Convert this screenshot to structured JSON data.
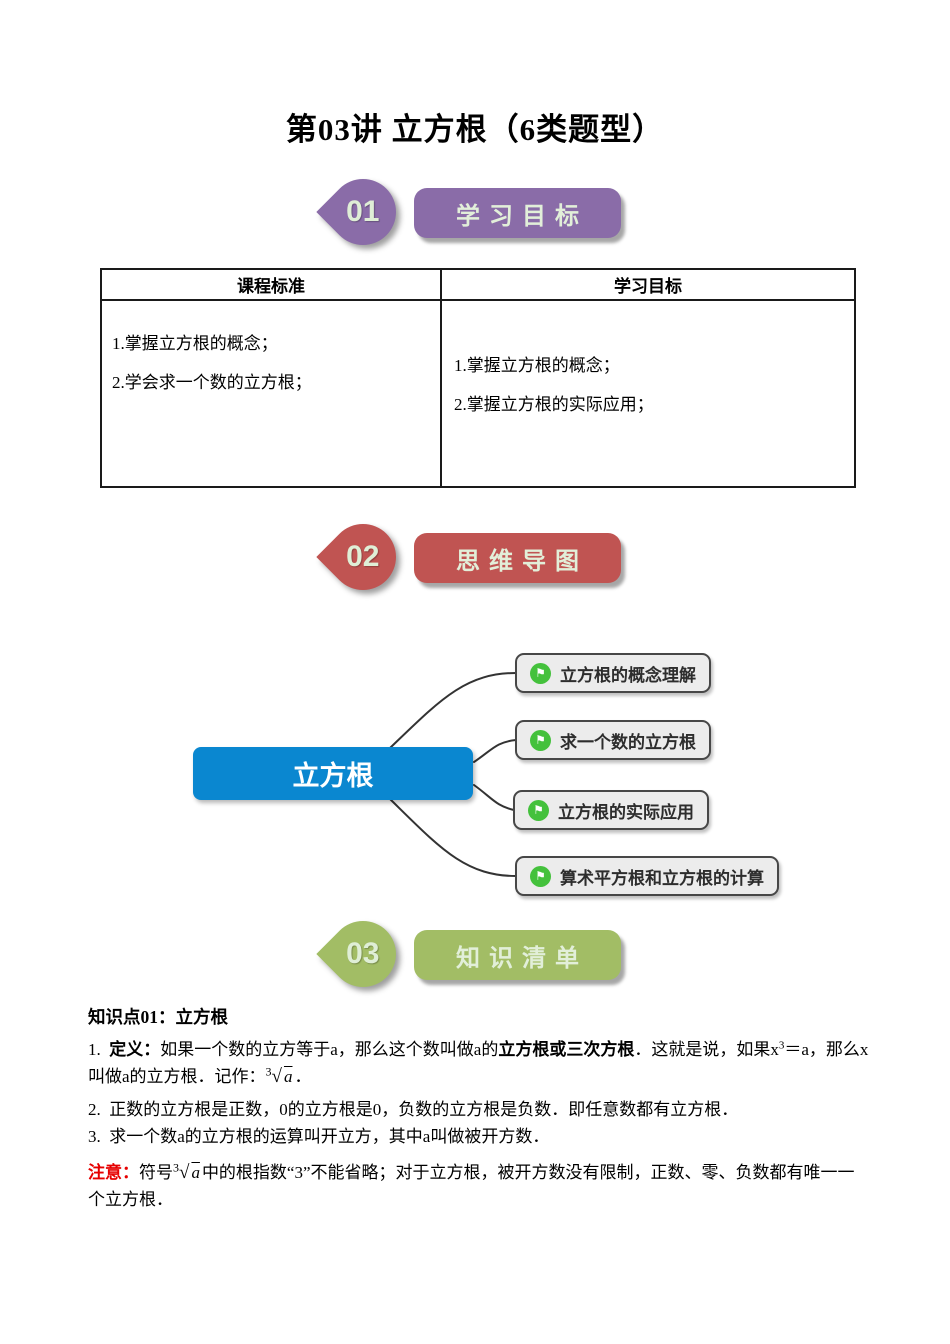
{
  "page_title": "第03讲 立方根（6类题型）",
  "colors": {
    "purple": "#8a6ca8",
    "red": "#c05452",
    "olive": "#a2bd65",
    "blue": "#0a87d0",
    "flag_green": "#44c13c",
    "note_red": "#e60000"
  },
  "icons": {
    "flag": "⚑"
  },
  "sections": [
    {
      "number": "01",
      "label": "学习目标"
    },
    {
      "number": "02",
      "label": "思维导图"
    },
    {
      "number": "03",
      "label": "知识清单"
    }
  ],
  "table": {
    "headers": [
      "课程标准",
      "学习目标"
    ],
    "left": [
      "1.掌握立方根的概念；",
      "2.学会求一个数的立方根；"
    ],
    "right": [
      "1.掌握立方根的概念；",
      "2.掌握立方根的实际应用；"
    ]
  },
  "mindmap": {
    "root": "立方根",
    "branches": [
      "立方根的概念理解",
      "求一个数的立方根",
      "立方根的实际应用",
      "算术平方根和立方根的计算"
    ]
  },
  "knowledge": {
    "heading": "知识点01：立方根",
    "p1": {
      "num": "1.  ",
      "bold1": "定义：",
      "t1": "如果一个数的立方等于a，那么这个数叫做a的",
      "bold2": "立方根或三次方根",
      "t2": "．这就是说，如果x",
      "sup": "3",
      "t3": "＝a，那么x叫做a的立方根．记作：",
      "rad_index": "3",
      "rad_arg": "a",
      "t4": "．"
    },
    "p2": "2.  正数的立方根是正数，0的立方根是0，负数的立方根是负数．即任意数都有立方根．",
    "p3": "3.  求一个数a的立方根的运算叫开立方，其中a叫做被开方数．",
    "note": {
      "label": "注意：",
      "t1": "符号",
      "rad_index": "3",
      "rad_arg": "a",
      "t2": "中的根指数“3”不能省略；对于立方根，被开方数没有限制，正数、零、负数都有唯一一个立方根．"
    }
  }
}
